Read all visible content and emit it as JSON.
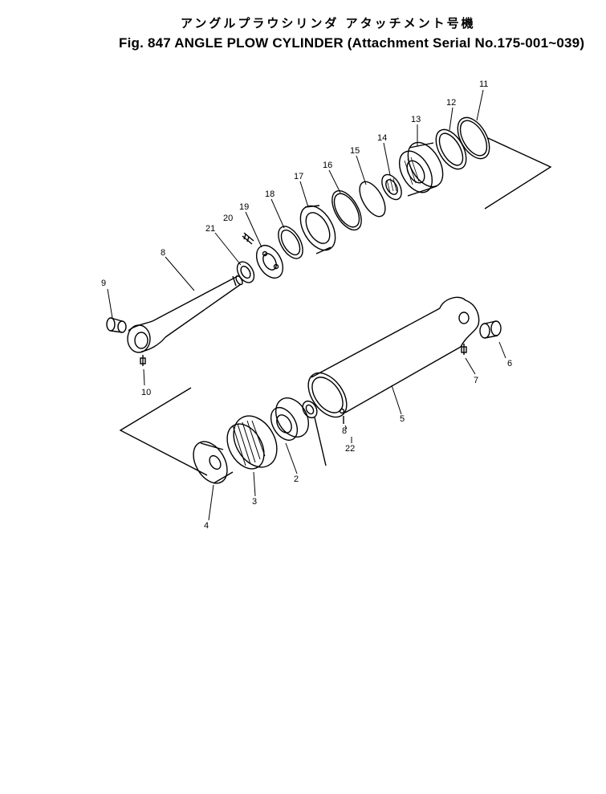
{
  "header": {
    "title_jp": "アングルプラウシリンダ アタッチメント号機",
    "title_en": "Fig. 847  ANGLE PLOW CYLINDER (Attachment Serial No.175-001~039)"
  },
  "callouts": [
    {
      "id": "c1",
      "text": "11"
    },
    {
      "id": "c2",
      "text": "12"
    },
    {
      "id": "c3",
      "text": "13"
    },
    {
      "id": "c4",
      "text": "14"
    },
    {
      "id": "c5",
      "text": "15"
    },
    {
      "id": "c6",
      "text": "16"
    },
    {
      "id": "c7",
      "text": "17"
    },
    {
      "id": "c8",
      "text": "18"
    },
    {
      "id": "c9",
      "text": "19"
    },
    {
      "id": "c10",
      "text": "20"
    },
    {
      "id": "c11",
      "text": "21"
    },
    {
      "id": "c12",
      "text": "8"
    },
    {
      "id": "c13",
      "text": "9"
    },
    {
      "id": "c14",
      "text": "10"
    },
    {
      "id": "c15",
      "text": "6"
    },
    {
      "id": "c16",
      "text": "7"
    },
    {
      "id": "c17",
      "text": "5"
    },
    {
      "id": "c18",
      "text": "8"
    },
    {
      "id": "c19",
      "text": "22"
    },
    {
      "id": "c20",
      "text": "2"
    },
    {
      "id": "c21",
      "text": "3"
    },
    {
      "id": "c22",
      "text": "4"
    }
  ]
}
